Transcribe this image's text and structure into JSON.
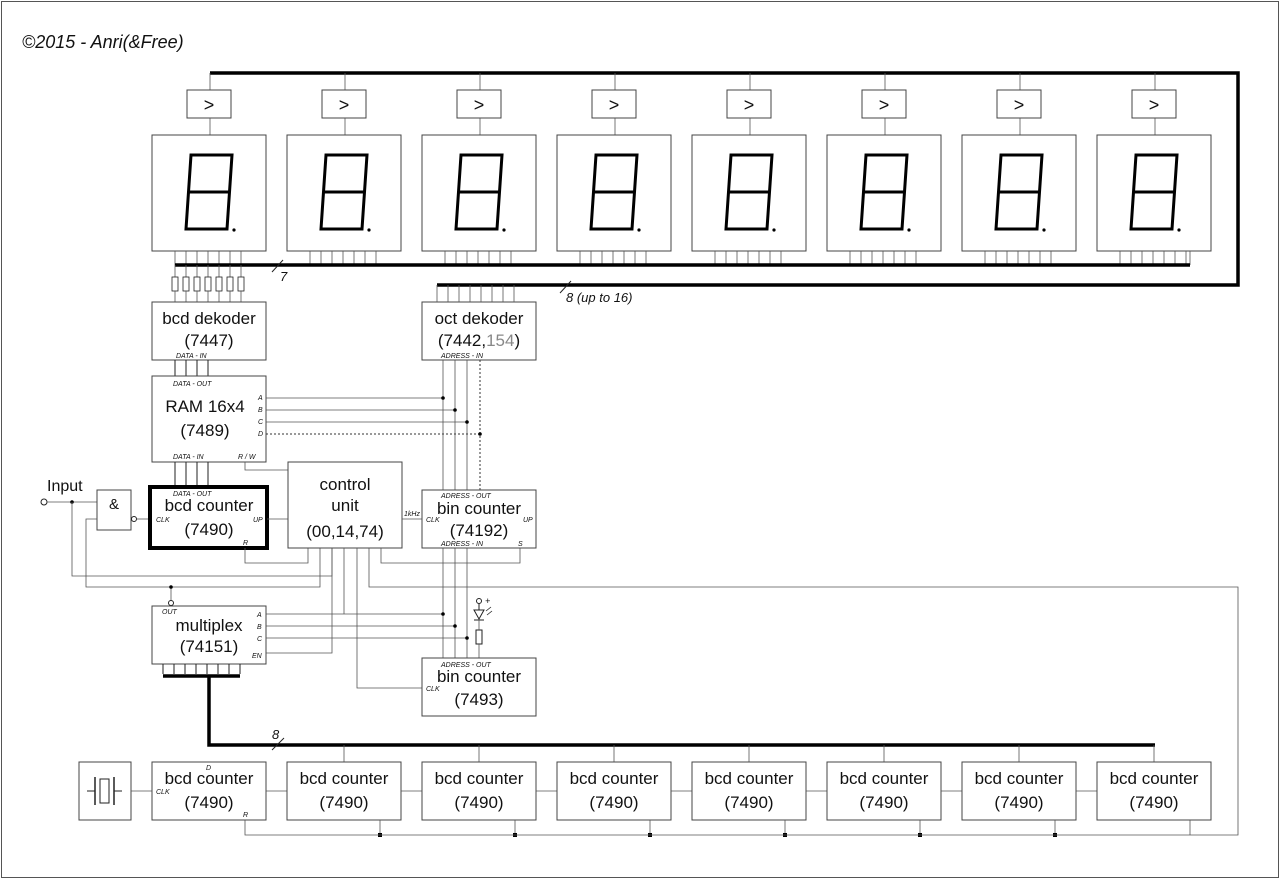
{
  "copyright": "©2015 - Anri(&Free)",
  "labels": {
    "input": "Input",
    "and_gate": "&",
    "bus_seg": "7",
    "bus_oct": "8 (up to 16)",
    "bus_mux": "8"
  },
  "blocks": {
    "bcd_dekoder": {
      "l1": "bcd dekoder",
      "l2": "(7447)",
      "pin_in": "DATA - IN"
    },
    "oct_dekoder": {
      "l1": "oct dekoder",
      "l2a": "(7442,",
      "l2b": "154",
      "l2c": ")",
      "pin_in": "ADRESS - IN"
    },
    "ram": {
      "l1": "RAM 16x4",
      "l2": "(7489)",
      "pin_out": "DATA - OUT",
      "pin_in": "DATA - IN",
      "pin_rw": "R / W",
      "pin_a": "A",
      "pin_b": "B",
      "pin_c": "C",
      "pin_d": "D"
    },
    "bcd_counter_main": {
      "l1": "bcd counter",
      "l2": "(7490)",
      "pin_out": "DATA - OUT",
      "pin_clk": "CLK",
      "pin_up": "UP",
      "pin_r": "R"
    },
    "control_unit": {
      "l1": "control",
      "l2": "unit",
      "l3": "(00,14,74)",
      "pin_1khz": "1kHz"
    },
    "bin_counter_74192": {
      "l1": "bin counter",
      "l2": "(74192)",
      "pin_out": "ADRESS - OUT",
      "pin_in": "ADRESS - IN",
      "pin_clk": "CLK",
      "pin_up": "UP",
      "pin_s": "S"
    },
    "multiplex": {
      "l1": "multiplex",
      "l2": "(74151)",
      "pin_out": "OUT",
      "pin_a": "A",
      "pin_b": "B",
      "pin_c": "C",
      "pin_en": "EN"
    },
    "bin_counter_7493": {
      "l1": "bin counter",
      "l2": "(7493)",
      "pin_out": "ADRESS - OUT",
      "pin_clk": "CLK"
    },
    "chain_first": {
      "pin_d": "D",
      "pin_clk": "CLK",
      "pin_r": "R"
    },
    "led_plus": "+"
  },
  "chain": [
    {
      "l1": "bcd counter",
      "l2": "(7490)"
    },
    {
      "l1": "bcd counter",
      "l2": "(7490)"
    },
    {
      "l1": "bcd counter",
      "l2": "(7490)"
    },
    {
      "l1": "bcd counter",
      "l2": "(7490)"
    },
    {
      "l1": "bcd counter",
      "l2": "(7490)"
    },
    {
      "l1": "bcd counter",
      "l2": "(7490)"
    },
    {
      "l1": "bcd counter",
      "l2": "(7490)"
    },
    {
      "l1": "bcd counter",
      "l2": "(7490)"
    }
  ],
  "displays": [
    {
      "driver": ">"
    },
    {
      "driver": ">"
    },
    {
      "driver": ">"
    },
    {
      "driver": ">"
    },
    {
      "driver": ">"
    },
    {
      "driver": ">"
    },
    {
      "driver": ">"
    },
    {
      "driver": ">"
    }
  ],
  "icons": {
    "crystal": "crystal-oscillator-icon",
    "led": "led-icon",
    "resistor": "resistor-icon"
  }
}
